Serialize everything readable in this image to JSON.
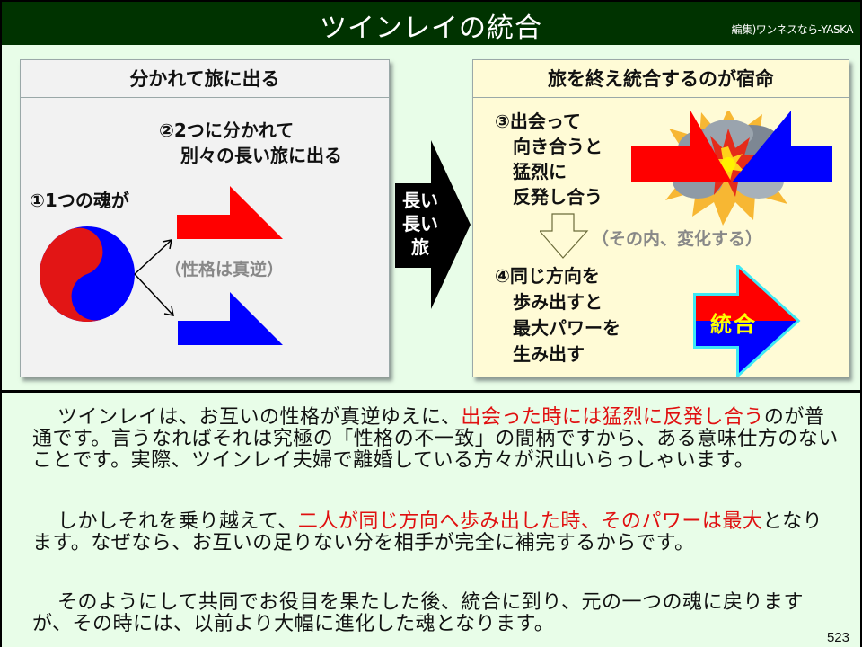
{
  "header": {
    "title": "ツインレイの統合",
    "credit": "編集)ワンネスなら-YASKA"
  },
  "left_panel": {
    "heading": "分かれて旅に出る",
    "step1": "①1つの魂が",
    "step2_line1": "②2つに分かれて",
    "step2_line2": "別々の長い旅に出る",
    "note": "（性格は真逆）",
    "colors": {
      "red": "#ff0000",
      "blue": "#0000ff"
    }
  },
  "middle_arrow": {
    "line1": "長い",
    "line2": "長い",
    "line3": "旅"
  },
  "right_panel": {
    "heading": "旅を終え統合するのが宿命",
    "step3": [
      "③出会って",
      "向き合うと",
      "猛烈に",
      "反発し合う"
    ],
    "change_note": "（その内、変化する）",
    "step4": [
      "④同じ方向を",
      "歩み出すと",
      "最大パワーを",
      "生み出す"
    ],
    "union_label": "統合"
  },
  "body": {
    "paragraphs": [
      {
        "segments": [
          {
            "text": "ツインレイは、お互いの性格が真逆ゆえに、",
            "red": false
          },
          {
            "text": "出会った時には猛烈に反発し合う",
            "red": true
          },
          {
            "text": "のが普通です。言うなればそれは究極の「性格の不一致」の間柄ですから、ある意味仕方のないことです。実際、ツインレイ夫婦で離婚している方々が沢山いらっしゃいます。",
            "red": false
          }
        ]
      },
      {
        "segments": [
          {
            "text": "しかしそれを乗り越えて、",
            "red": false
          },
          {
            "text": "二人が同じ方向へ歩み出した時、そのパワーは最大",
            "red": true
          },
          {
            "text": "となります。なぜなら、お互いの足りない分を相手が完全に補完するからです。",
            "red": false
          }
        ]
      },
      {
        "segments": [
          {
            "text": "そのようにして共同でお役目を果たした後、統合に到り、元の一つの魂に戻りますが、その時には、以前より大幅に進化した魂となります。",
            "red": false
          }
        ]
      }
    ],
    "page_number": "523"
  }
}
